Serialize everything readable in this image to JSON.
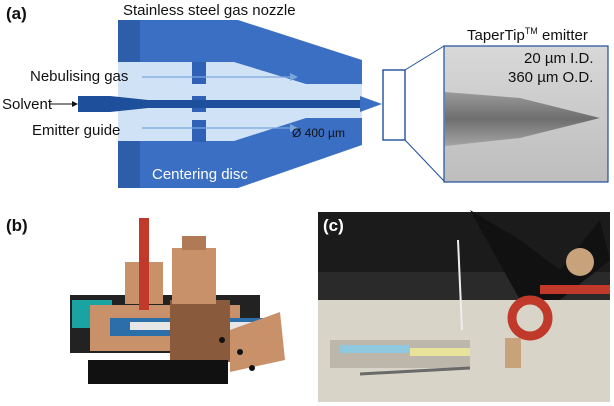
{
  "panel_a": {
    "label": "(a)",
    "title": "Stainless steel gas nozzle",
    "nebulising_gas": "Nebulising gas",
    "solvent": "Solvent",
    "emitter_guide": "Emitter guide",
    "diameter": "Ø 400 µm",
    "centering_disc": "Centering disc",
    "emitter_title": "TaperTip",
    "emitter_tm": "TM",
    "emitter_suffix": " emitter",
    "id_spec": "20 µm I.D.",
    "od_spec": "360 µm O.D."
  },
  "panel_b": {
    "label": "(b)"
  },
  "panel_c": {
    "label": "(c)"
  },
  "colors": {
    "nozzle_blue": "#3a6fc4",
    "nozzle_light": "#cfe2f6",
    "guide_dark": "#1e4f9a",
    "tube_red": "#c0392b",
    "brass": "#c8916a",
    "teal": "#1aa3a3"
  }
}
